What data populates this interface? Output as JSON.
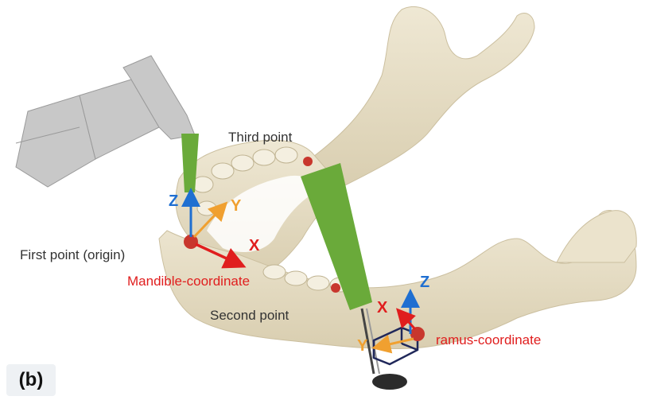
{
  "labels": {
    "third_point": "Third point",
    "first_point": "First point (origin)",
    "second_point": "Second point",
    "mandible_coordinate": "Mandible-coordinate",
    "ramus_coordinate": "ramus-coordinate",
    "panel": "(b)"
  },
  "axes": {
    "mandible": {
      "x": "X",
      "y": "Y",
      "z": "Z"
    },
    "ramus": {
      "x": "X",
      "y": "Y",
      "z": "Z"
    }
  },
  "colors": {
    "bone": "#e6dcc2",
    "robot_arm": "#c8c8c8",
    "probe": "#6aaa3a",
    "point_marker": "#c8372d",
    "axis_x": "#e01e1e",
    "axis_y": "#f0a030",
    "axis_z": "#1f6fd1"
  }
}
